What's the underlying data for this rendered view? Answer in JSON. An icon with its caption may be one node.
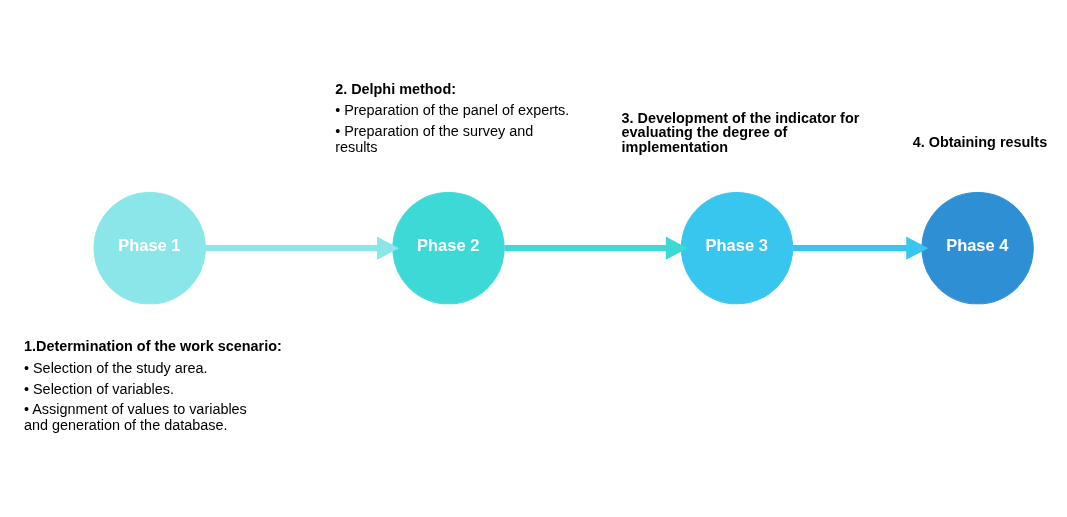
{
  "diagram": {
    "nodes": [
      {
        "text": [
          "Phase 1"
        ],
        "beside": [
          "1.Determination of the work scenario:",
          "• Selection of the study area.",
          "• Selection of variables.",
          "• Assignment of values to variables and generation of the database."
        ]
      },
      {
        "text": [
          "Phase 2"
        ],
        "beside": [
          "2. Delphi method:",
          "• Preparation of the panel of experts.",
          "• Preparation of the survey and results"
        ]
      },
      {
        "text": [
          "Phase 3"
        ],
        "beside": [
          "3. Development of the indicator for evaluating the degree of implementation"
        ]
      },
      {
        "text": [
          "Phase 4"
        ],
        "beside": [
          "4. Obtaining results"
        ]
      }
    ],
    "edges": [
      {
        "from": 0,
        "to": 1,
        "arrow": "to",
        "color": "#8ae6e8"
      },
      {
        "from": 1,
        "to": 2,
        "arrow": "to",
        "color": "#3dd9d6"
      },
      {
        "from": 2,
        "to": 3,
        "arrow": "to",
        "color": "#38c6ee"
      }
    ]
  }
}
